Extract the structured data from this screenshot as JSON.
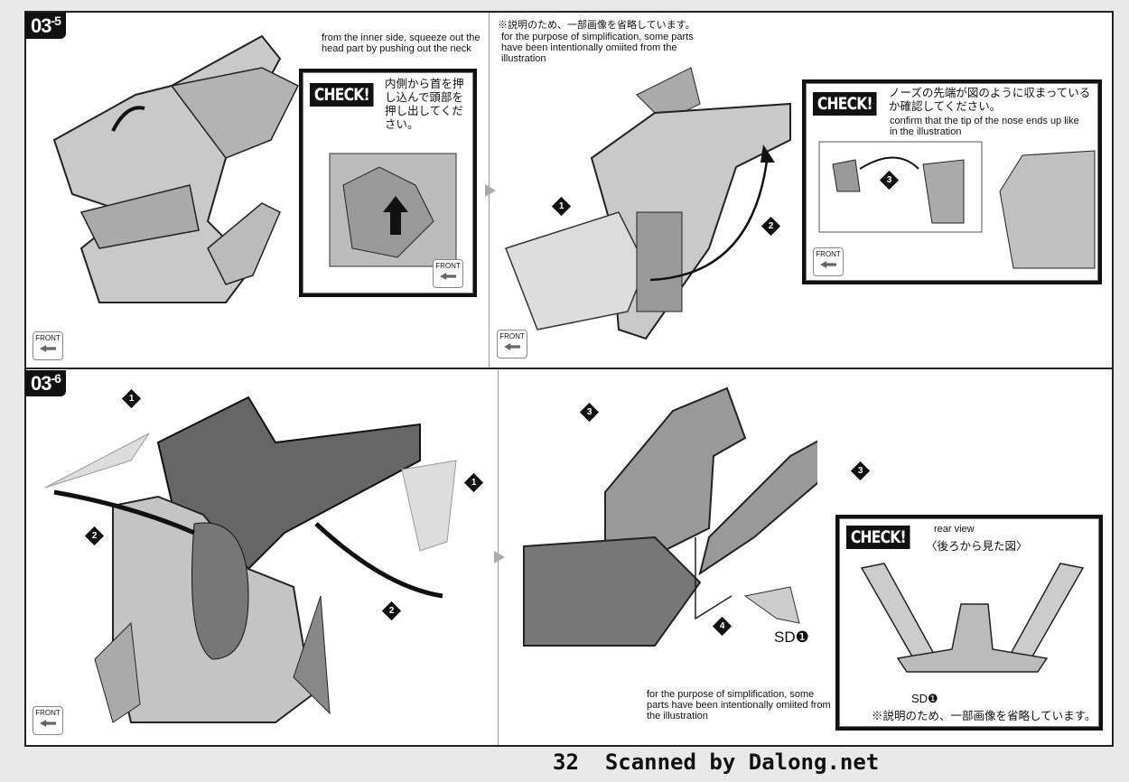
{
  "steps": [
    {
      "label": "03",
      "sub": "-5"
    },
    {
      "label": "03",
      "sub": "-6"
    }
  ],
  "step_03_5": {
    "instruction_en": "from the inner side, squeeze out the head part by pushing out the neck",
    "check_left": {
      "badge": "CHECK!",
      "jp": "内側から首を押し込んで頭部を押し出してください。",
      "front": "FRONT"
    },
    "note_jp": "※説明のため、一部画像を省略しています。",
    "note_en": "for the purpose of simplification, some parts have been intentionally omiited from the illustration",
    "check_right": {
      "badge": "CHECK!",
      "jp": "ノーズの先端が図のように収まっているか確認してください。",
      "en": "confirm that the tip of the nose ends up like in the illustration",
      "front": "FRONT",
      "marker": "3"
    },
    "markers": [
      "1",
      "2"
    ],
    "front_left": "FRONT",
    "front_right": "FRONT"
  },
  "step_03_6": {
    "markers_left": [
      "1",
      "2",
      "1",
      "2"
    ],
    "markers_right": [
      "3",
      "3",
      "4"
    ],
    "part_label": "SD❶",
    "note_en": "for the purpose of simplification, some parts have been intentionally omiited from the illustration",
    "check": {
      "badge": "CHECK!",
      "en": "rear view",
      "jp": "〈後ろから見た図〉",
      "part_label": "SD❶",
      "note_jp": "※説明のため、一部画像を省略しています。"
    },
    "front": "FRONT"
  },
  "footer": {
    "page": "32",
    "credit": "Scanned by Dalong.net"
  }
}
